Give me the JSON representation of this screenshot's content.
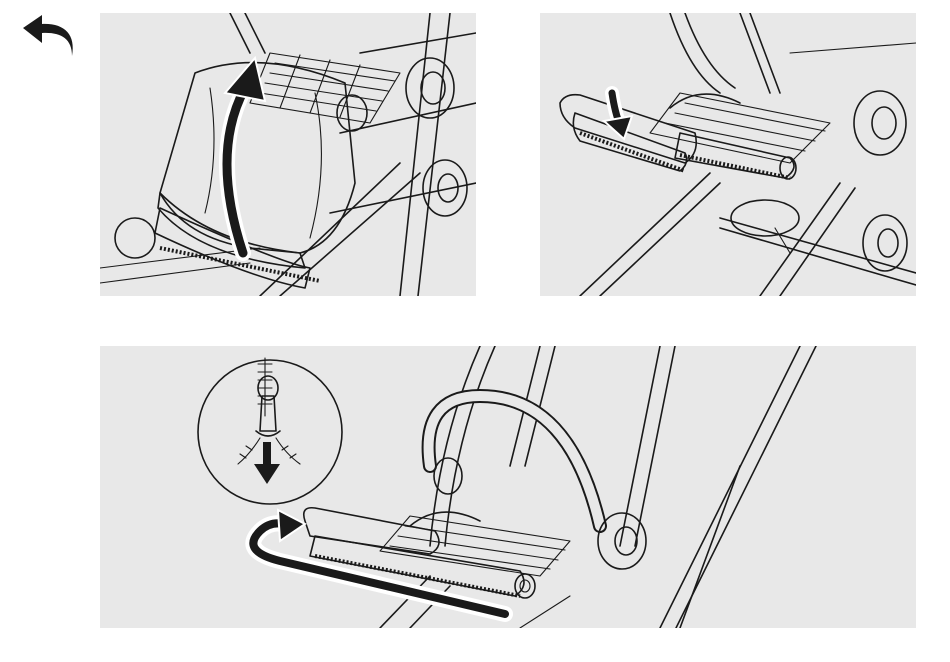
{
  "colors": {
    "page_background": "#ffffff",
    "panel_background": "#e8e8e8",
    "line_art": "#1a1a1a",
    "fabric_dark": "#767676",
    "fabric_mid": "#a9a9a9",
    "fabric_light": "#d4d4d4",
    "arrow_fill": "#1a1a1a"
  },
  "icons": {
    "back": "curved-back-arrow-icon",
    "lift_arrow": "curved-up-arrow-icon",
    "fold_arrow": "down-arrow-icon",
    "zip_arrow": "down-arrow-icon",
    "slide_arrow": "curved-return-arrow-icon",
    "zipper": "zipper-pull-icon"
  },
  "panels": [
    {
      "id": "panel-1",
      "depicts": "seat-fabric-lifted-up"
    },
    {
      "id": "panel-2",
      "depicts": "fabric-flap-folded-down-over-bumper-bar"
    },
    {
      "id": "panel-3",
      "depicts": "zipper-opened-and-fabric-sleeve-slid-off"
    }
  ]
}
